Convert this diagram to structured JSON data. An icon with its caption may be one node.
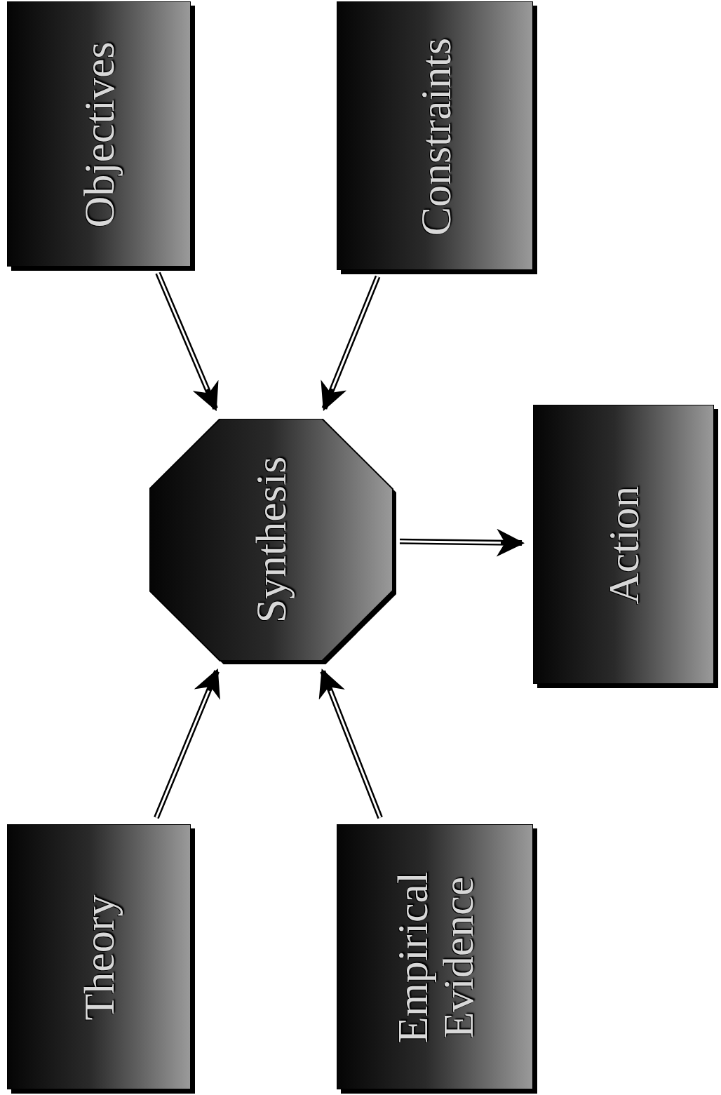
{
  "diagram": {
    "nodes": [
      {
        "text": [
          "Objectives"
        ]
      },
      {
        "text": [
          "Constraints"
        ]
      },
      {
        "text": [
          "Synthesis"
        ]
      },
      {
        "text": [
          "Action"
        ]
      },
      {
        "text": [
          "Theory"
        ]
      },
      {
        "text": [
          "Empirical Evidence"
        ]
      }
    ],
    "edges": [
      {
        "from": 0,
        "to": 2,
        "arrow": "to"
      },
      {
        "from": 1,
        "to": 2,
        "arrow": "to"
      },
      {
        "from": 2,
        "to": 3,
        "arrow": "to"
      },
      {
        "from": 4,
        "to": 2,
        "arrow": "to"
      },
      {
        "from": 5,
        "to": 2,
        "arrow": "to"
      }
    ]
  }
}
